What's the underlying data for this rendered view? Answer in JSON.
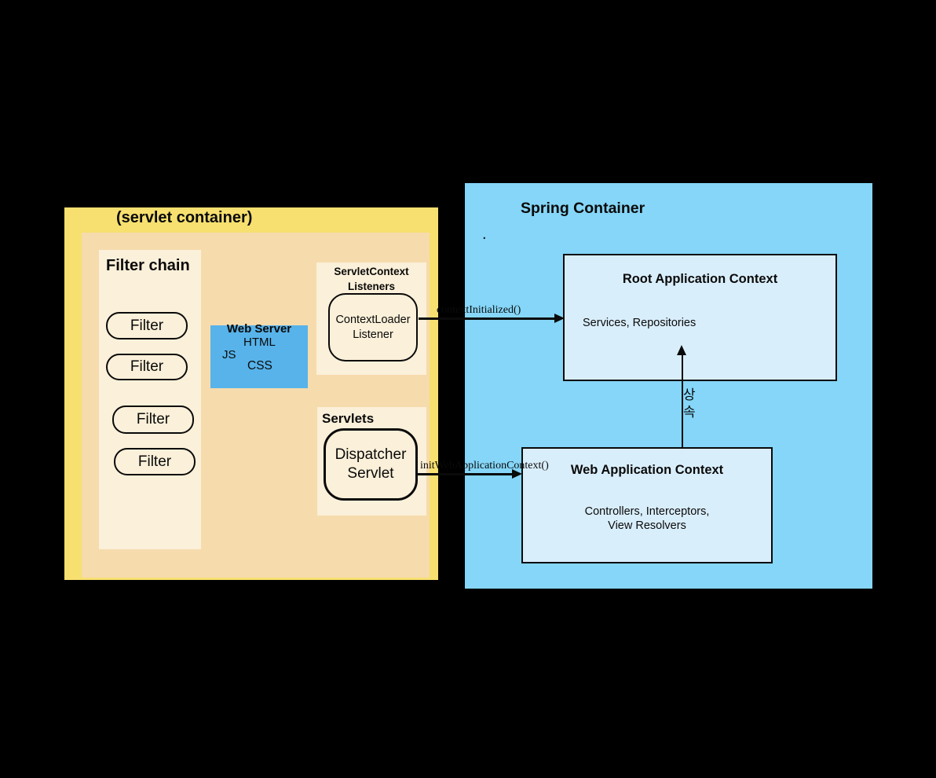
{
  "colors": {
    "background": "#000000",
    "servlet-yellow": "#F7E06F",
    "servlet-tan": "#F6DBAD",
    "panel-cream": "#FBF0D9",
    "web-server-blue": "#57B3EA",
    "spring-blue": "#85D6F8",
    "context-box-blue": "#D9EEFB",
    "ink": "#0A0A0A"
  },
  "servlet_container": {
    "title": "(servlet container)",
    "filter_chain": {
      "title": "Filter chain",
      "filters": [
        "Filter",
        "Filter",
        "Filter",
        "Filter"
      ]
    },
    "web_server": {
      "title": "Web Server",
      "html": "HTML",
      "js": "JS",
      "css": "CSS"
    },
    "servlet_context_listeners": {
      "title_line1": "ServletContext",
      "title_line2": "Listeners",
      "listener_line1": "ContextLoader",
      "listener_line2": "Listener"
    },
    "servlets": {
      "title": "Servlets",
      "servlet_line1": "Dispatcher",
      "servlet_line2": "Servlet"
    }
  },
  "spring_container": {
    "title": "Spring Container",
    "stray_dot": ".",
    "root_application_context": {
      "title": "Root Application Context",
      "contents": "Services, Repositories"
    },
    "web_application_context": {
      "title": "Web Application Context",
      "contents_line1": "Controllers, Interceptors,",
      "contents_line2": "View Resolvers"
    }
  },
  "arrows": {
    "context_initialized": {
      "label": "contextInitialized()"
    },
    "init_web_application_context": {
      "label": "initWebApplicationContext()"
    },
    "inheritance": {
      "label": "상속"
    }
  }
}
